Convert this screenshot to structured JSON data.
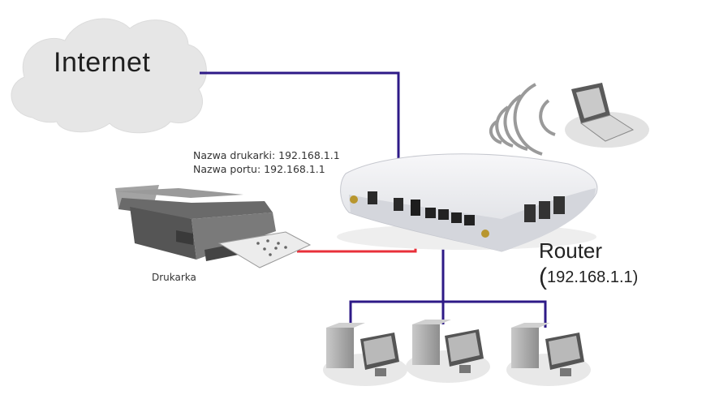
{
  "internet": {
    "label": "Internet"
  },
  "printer": {
    "name_line": "Nazwa drukarki: 192.168.1.1",
    "port_line": "Nazwa portu: 192.168.1.1",
    "label": "Drukarka"
  },
  "router": {
    "label": "Router",
    "ip_open": "(",
    "ip": "192.168.1.1)"
  },
  "colors": {
    "wan_cable": "#2e1a87",
    "lan_cable": "#2e1a87",
    "printer_cable": "#e8303a",
    "cloud": "#e4e4e4"
  },
  "icons": [
    "cloud-icon",
    "printer-icon",
    "router-icon",
    "laptop-icon",
    "wifi-waves-icon",
    "pc-icon"
  ]
}
